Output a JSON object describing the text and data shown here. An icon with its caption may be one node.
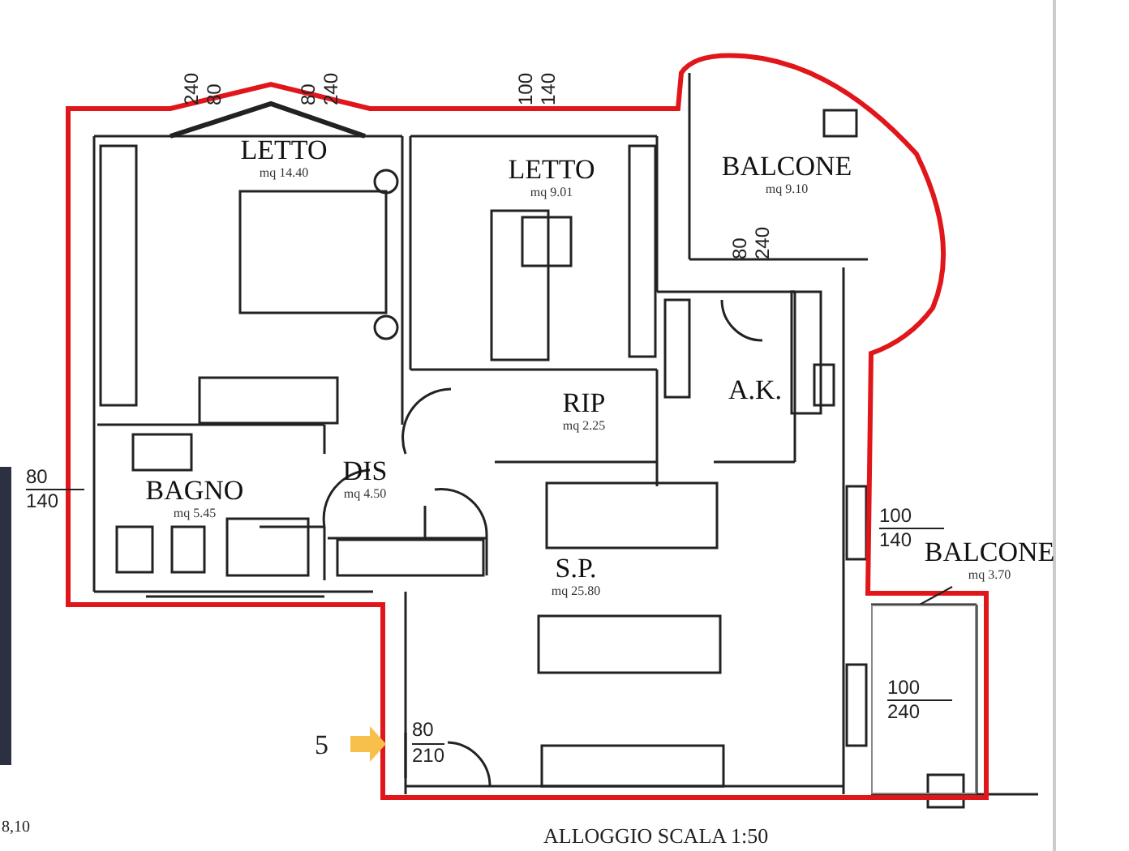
{
  "diagram": {
    "nodes": [
      {
        "text": [
          "LETTO",
          "mq 14.40"
        ]
      },
      {
        "text": [
          "LETTO",
          "mq 9.01"
        ]
      },
      {
        "text": [
          "BALCONE",
          "mq 9.10"
        ]
      },
      {
        "text": [
          "RIP",
          "mq 2.25"
        ]
      },
      {
        "text": [
          "A.K."
        ]
      },
      {
        "text": [
          "BAGNO",
          "mq 5.45"
        ]
      },
      {
        "text": [
          "DIS",
          "mq 4.50"
        ]
      },
      {
        "text": [
          "S.P.",
          "mq 25.80"
        ]
      },
      {
        "text": [
          "BALCONE",
          "mq 3.70"
        ]
      },
      {
        "text": [],
        "shape": "box"
      }
    ],
    "edges": [
      {
        "from": 8,
        "to": 9,
        "arrow": "none"
      }
    ],
    "labels": [
      "240",
      "80",
      "80",
      "240",
      "100",
      "140",
      "80",
      "240",
      "80",
      "140",
      "100",
      "140",
      "100",
      "240",
      "5",
      "80",
      "210",
      "8,10",
      "ALLOGGIO SCALA 1:50"
    ]
  }
}
